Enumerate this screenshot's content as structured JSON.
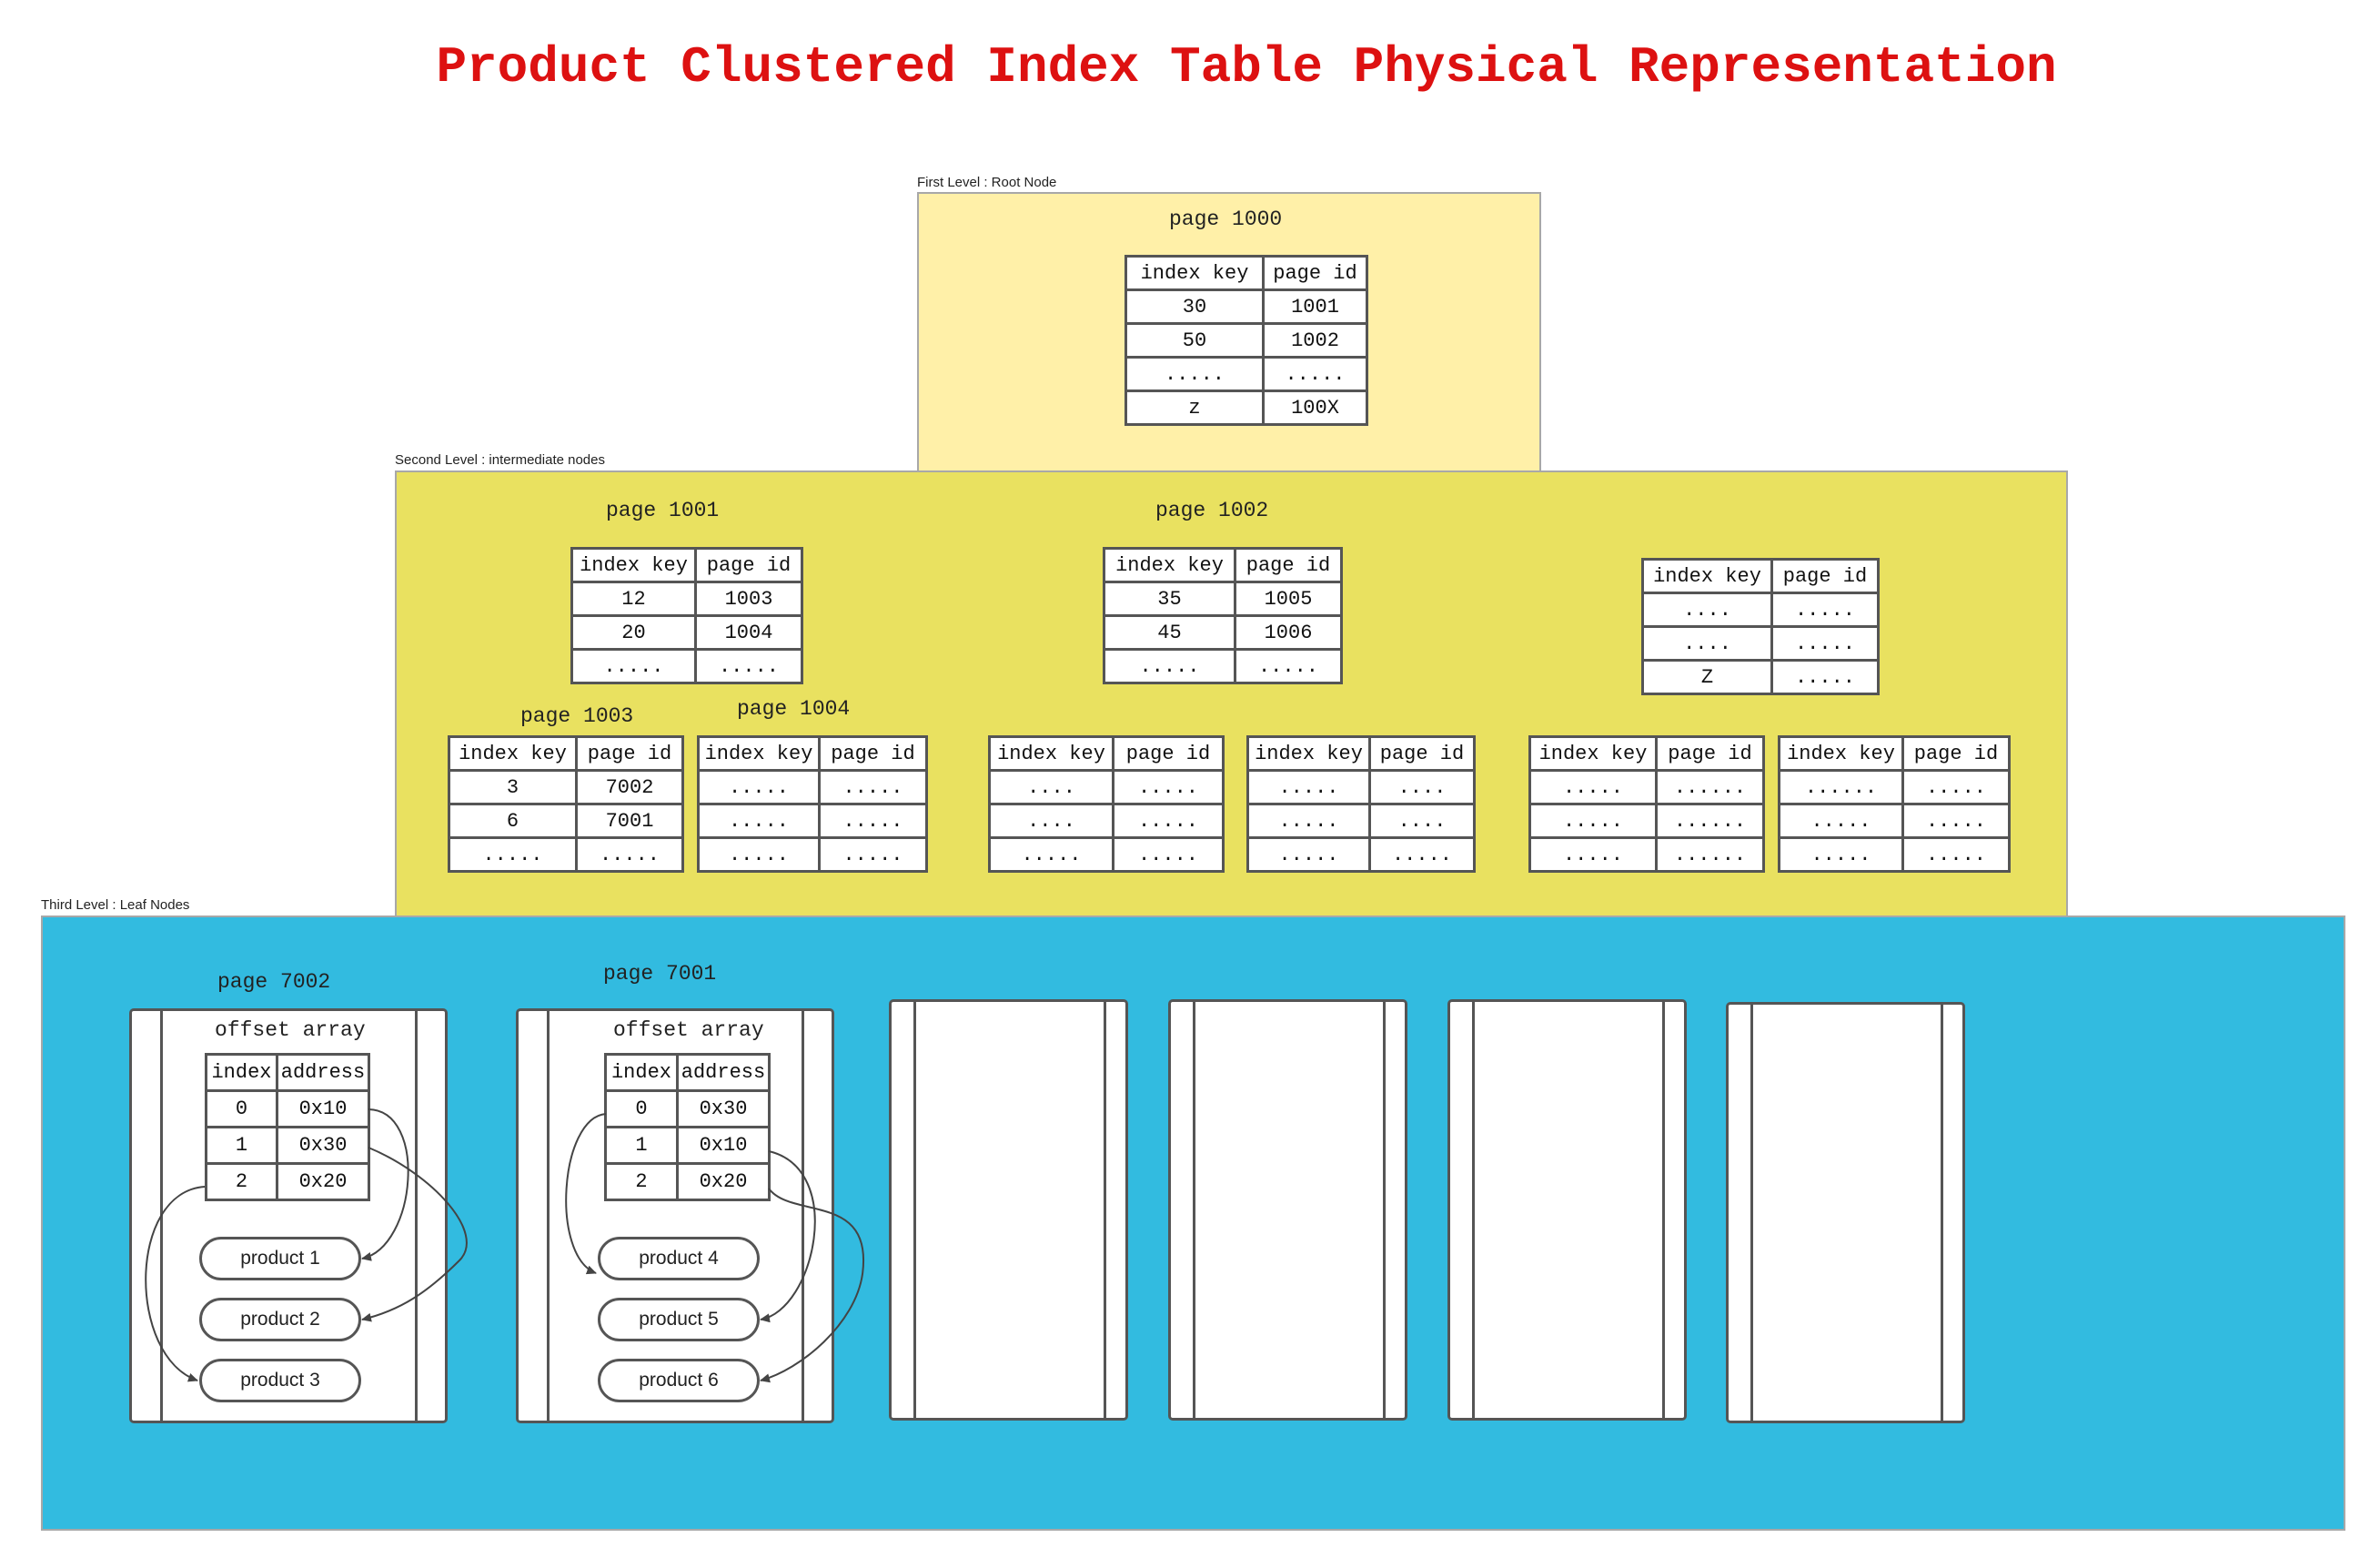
{
  "title": "Product Clustered Index Table Physical Representation",
  "colors": {
    "title": "#dd1111",
    "root_level": "#fff0a8",
    "intermediate_level": "#e9e160",
    "leaf_level": "#32bbe0"
  },
  "levels": {
    "root_label": "First Level : Root Node",
    "intermediate_label": "Second Level : intermediate nodes",
    "leaf_label": "Third Level : Leaf Nodes"
  },
  "columns": {
    "index_key": "index key",
    "page_id": "page id",
    "index": "index",
    "address": "address"
  },
  "root": {
    "label": "page 1000",
    "rows": [
      [
        "30",
        "1001"
      ],
      [
        "50",
        "1002"
      ],
      [
        ".....",
        "....."
      ],
      [
        "z",
        "100X"
      ]
    ]
  },
  "intermediate": {
    "page_1001": {
      "label": "page 1001",
      "rows": [
        [
          "12",
          "1003"
        ],
        [
          "20",
          "1004"
        ],
        [
          ".....",
          "....."
        ]
      ]
    },
    "page_1002": {
      "label": "page 1002",
      "rows": [
        [
          "35",
          "1005"
        ],
        [
          "45",
          "1006"
        ],
        [
          ".....",
          "....."
        ]
      ]
    },
    "page_100x": {
      "rows": [
        [
          "....",
          "....."
        ],
        [
          "....",
          "....."
        ],
        [
          "Z",
          "....."
        ]
      ]
    },
    "page_1003": {
      "label": "page 1003",
      "rows": [
        [
          "3",
          "7002"
        ],
        [
          "6",
          "7001"
        ],
        [
          ".....",
          "....."
        ]
      ]
    },
    "page_1004": {
      "label": "page 1004",
      "rows": [
        [
          ".....",
          "....."
        ],
        [
          ".....",
          "....."
        ],
        [
          ".....",
          "....."
        ]
      ]
    },
    "page_1005": {
      "rows": [
        [
          "....",
          "....."
        ],
        [
          "....",
          "....."
        ],
        [
          ".....",
          "....."
        ]
      ]
    },
    "page_1006": {
      "rows": [
        [
          ".....",
          "...."
        ],
        [
          ".....",
          "...."
        ],
        [
          ".....",
          "....."
        ]
      ]
    },
    "page_a": {
      "rows": [
        [
          ".....",
          "......"
        ],
        [
          ".....",
          "......"
        ],
        [
          ".....",
          "......"
        ]
      ]
    },
    "page_b": {
      "rows": [
        [
          "......",
          "....."
        ],
        [
          ".....",
          "....."
        ],
        [
          ".....",
          "....."
        ]
      ]
    }
  },
  "leaves": {
    "page_7002": {
      "label": "page 7002",
      "offset_title": "offset array",
      "rows": [
        [
          "0",
          "0x10"
        ],
        [
          "1",
          "0x30"
        ],
        [
          "2",
          "0x20"
        ]
      ],
      "products": [
        "product 1",
        "product 2",
        "product 3"
      ]
    },
    "page_7001": {
      "label": "page 7001",
      "offset_title": "offset array",
      "rows": [
        [
          "0",
          "0x30"
        ],
        [
          "1",
          "0x10"
        ],
        [
          "2",
          "0x20"
        ]
      ],
      "products": [
        "product 4",
        "product 5",
        "product 6"
      ]
    }
  }
}
